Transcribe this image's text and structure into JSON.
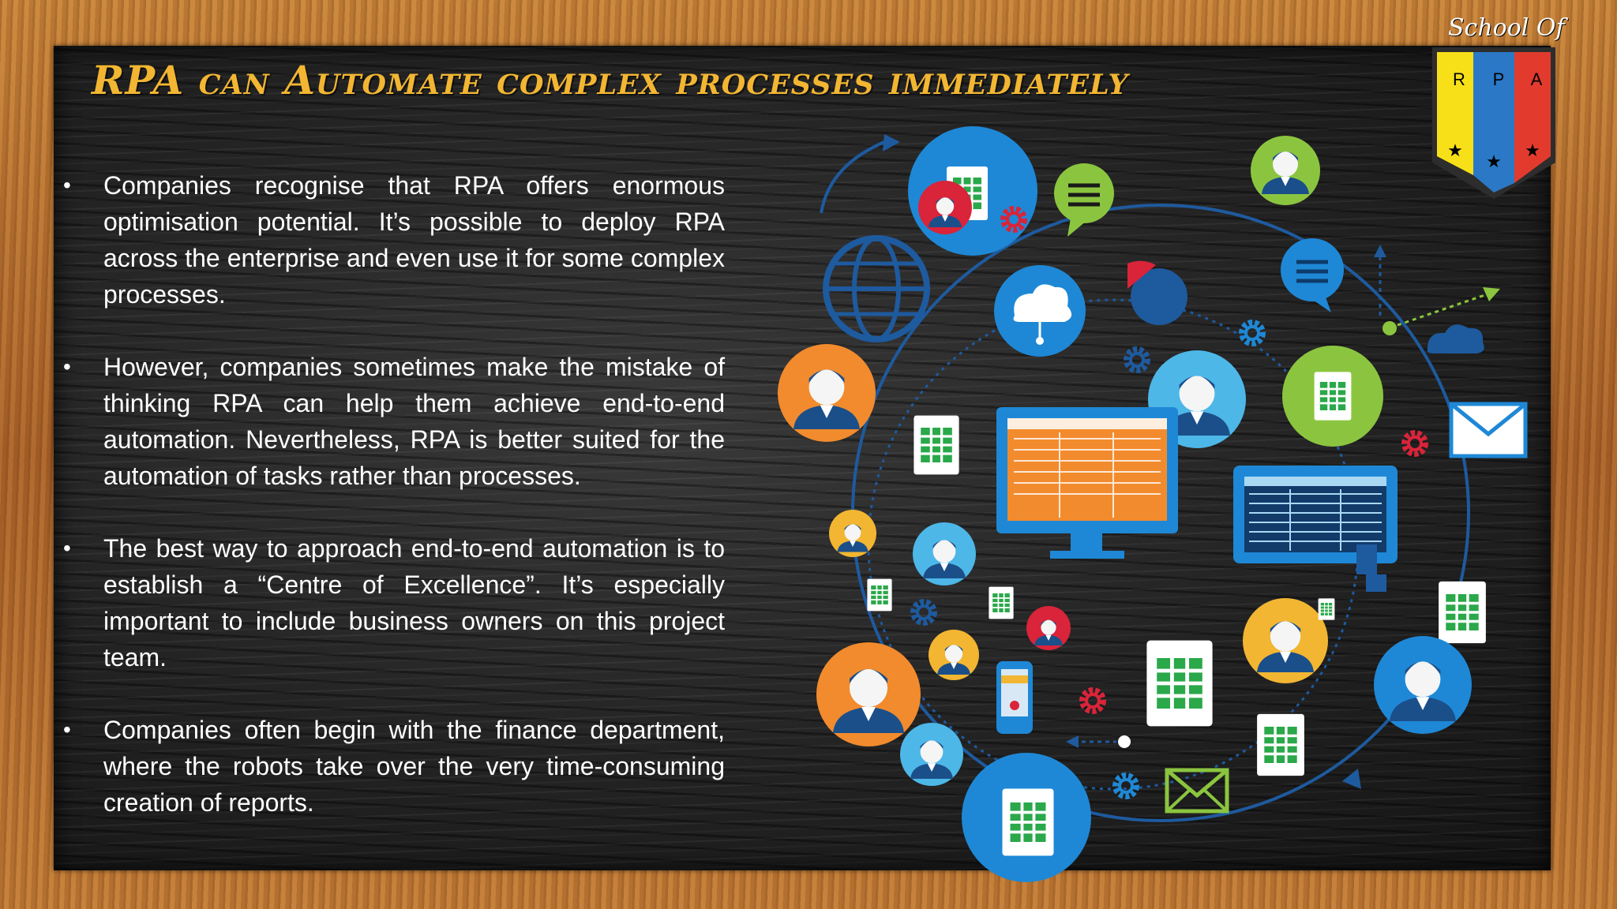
{
  "slide": {
    "title": "RPA can Automate complex processes immediately",
    "bullets": [
      "Companies recognise that RPA offers enormous optimisation potential. It’s possible to deploy RPA across the enterprise and even use it for some complex processes.",
      "However, companies sometimes make the mistake of thinking RPA can help them achieve end-to-end automation. Nevertheless, RPA is better suited for the automation of tasks rather than processes.",
      "The best way to approach end-to-end automation is to establish a “Centre of Excellence”. It’s especially important to include business owners on this project team.",
      "Companies often begin with the finance department, where the robots take over the very time-consuming creation of reports."
    ],
    "bullet_symbol": "•"
  },
  "logo": {
    "script_text": "School Of",
    "letters": [
      "R",
      "P",
      "A"
    ],
    "colors": [
      "#f7e017",
      "#2a78c6",
      "#e23b2e"
    ]
  },
  "colors": {
    "title": "#f2b632",
    "text": "#ffffff",
    "board": "#232323",
    "frame": "#b9742f"
  }
}
